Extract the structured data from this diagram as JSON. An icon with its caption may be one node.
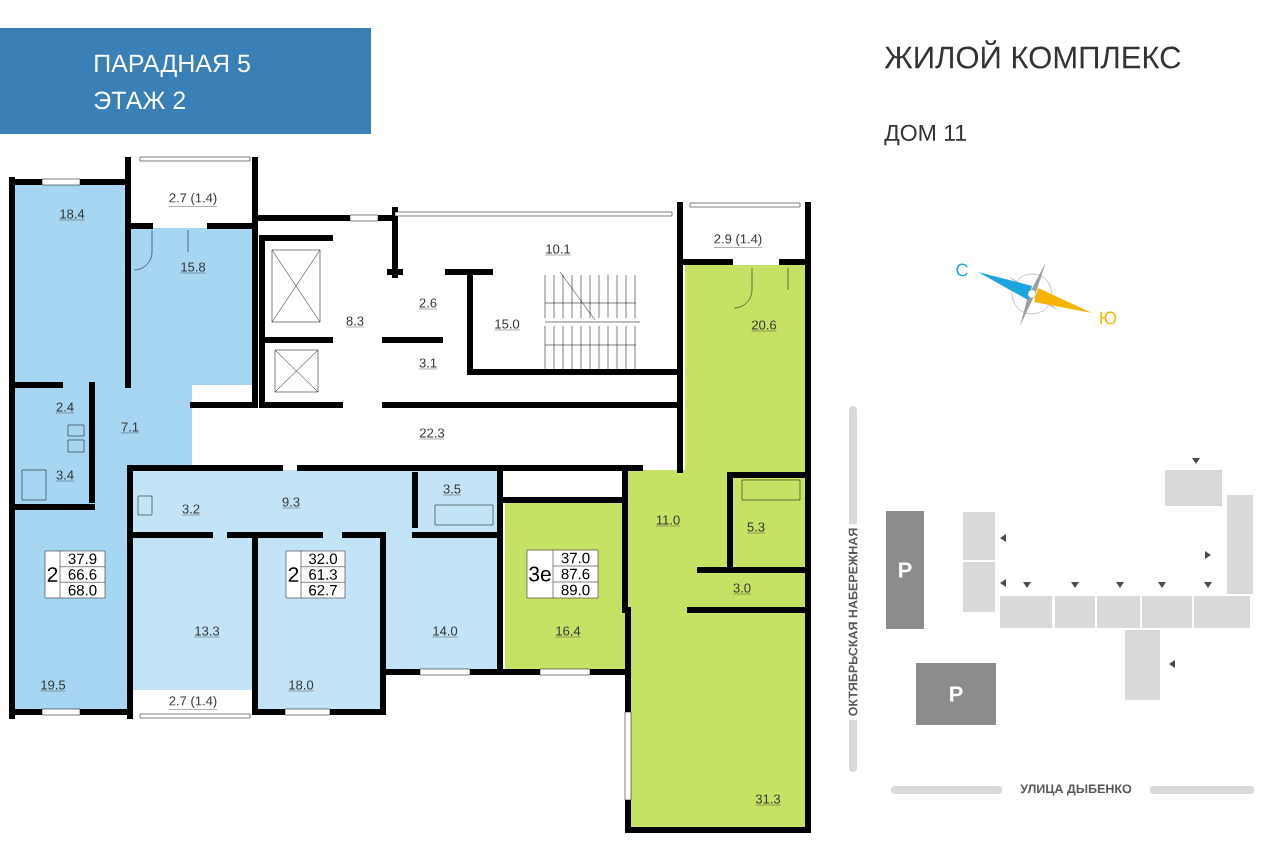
{
  "diagram": {
    "title": "ЖИЛОЙ КОМПЛЕКС",
    "nodes": [
      {
        "text": [
          "ПАРАДНАЯ 5",
          "ЭТАЖ 2"
        ]
      },
      {
        "text": [
          "P"
        ]
      },
      {
        "text": [
          "P"
        ]
      }
    ],
    "labels": [
      "ДОМ 11",
      "2.7 (1.4)",
      "18.4",
      "10.1",
      "2.9 (1.4)",
      "15.8",
      "С",
      "2.6",
      "20.6",
      "8.3",
      "15.0",
      "Ю",
      "3.1",
      "2.4",
      "7.1",
      "22.3",
      "3.4",
      "3.5",
      "9.3",
      "3.2",
      "11.0",
      "5.3",
      "2",
      "37.9",
      "66.6",
      "68.0",
      "2",
      "32.0",
      "61.3",
      "62.7",
      "3е",
      "37.0",
      "87.6",
      "89.0",
      "3.0",
      "13.3",
      "14.0",
      "16.4",
      "ОКТЯБРЬСКАЯ НАБЕРЕЖНАЯ",
      "19.5",
      "18.0",
      "2.7 (1.4)",
      "УЛИЦА ДЫБЕНКО",
      "31.3"
    ]
  }
}
